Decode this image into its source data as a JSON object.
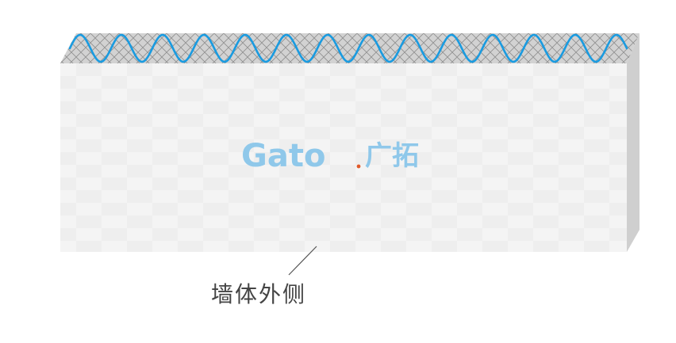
{
  "diagram": {
    "wall_label": "墙体外侧",
    "logo": {
      "latin_text": "Gato",
      "cn_text": "广拓"
    }
  },
  "colors": {
    "wave": "#1a9be0",
    "logo": "#8fc8ea",
    "logo_dot": "#e05a2a",
    "top_face": "#c8c8c8",
    "side_face": "#cfcfcf",
    "front_face": "#efefef",
    "leader_line": "#555555"
  }
}
